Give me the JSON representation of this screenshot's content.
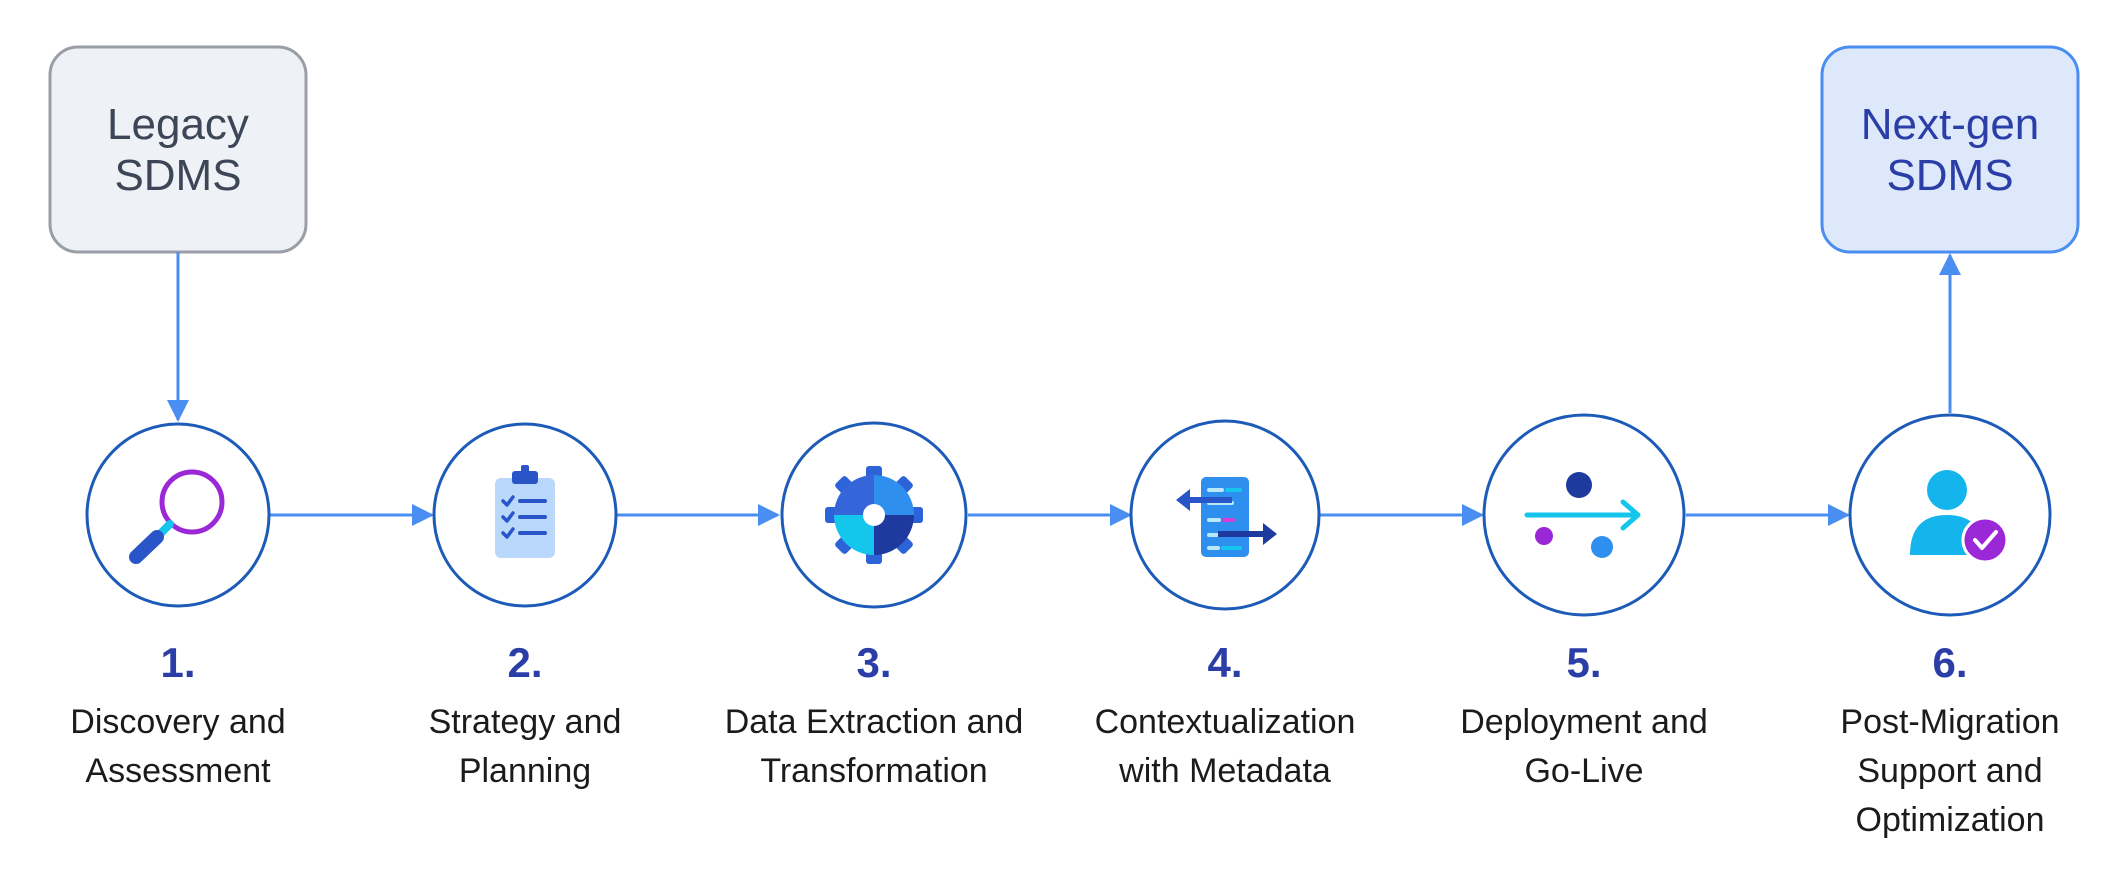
{
  "colors": {
    "arrow": "#4a8ef2",
    "circle_stroke_dark": "#1d5bb8",
    "circle_stroke_light": "#4a8ef2",
    "number": "#2b3ea8",
    "legacy_fill": "#eef2f7",
    "legacy_stroke": "#9a9ea6",
    "legacy_text": "#3c4656",
    "nextgen_fill": "#dde9fb",
    "nextgen_stroke": "#4a8ef2",
    "nextgen_text": "#2b3ea8",
    "purple": "#9b28d6",
    "cyan": "#14c6ec",
    "navy": "#1f3a9e",
    "blue": "#2f8fef"
  },
  "source_box": {
    "line1": "Legacy",
    "line2": "SDMS"
  },
  "target_box": {
    "line1": "Next-gen",
    "line2": "SDMS"
  },
  "steps": [
    {
      "number": "1.",
      "line1": "Discovery and",
      "line2": "Assessment",
      "line3": "",
      "icon": "magnifier-icon"
    },
    {
      "number": "2.",
      "line1": "Strategy and",
      "line2": "Planning",
      "line3": "",
      "icon": "clipboard-checklist-icon"
    },
    {
      "number": "3.",
      "line1": "Data Extraction and",
      "line2": "Transformation",
      "line3": "",
      "icon": "puzzle-gear-icon"
    },
    {
      "number": "4.",
      "line1": "Contextualization",
      "line2": "with Metadata",
      "line3": "",
      "icon": "metadata-exchange-icon"
    },
    {
      "number": "5.",
      "line1": "Deployment and",
      "line2": "Go-Live",
      "line3": "",
      "icon": "deploy-dots-arrow-icon"
    },
    {
      "number": "6.",
      "line1": "Post-Migration",
      "line2": "Support and",
      "line3": "Optimization",
      "icon": "user-check-icon"
    }
  ]
}
